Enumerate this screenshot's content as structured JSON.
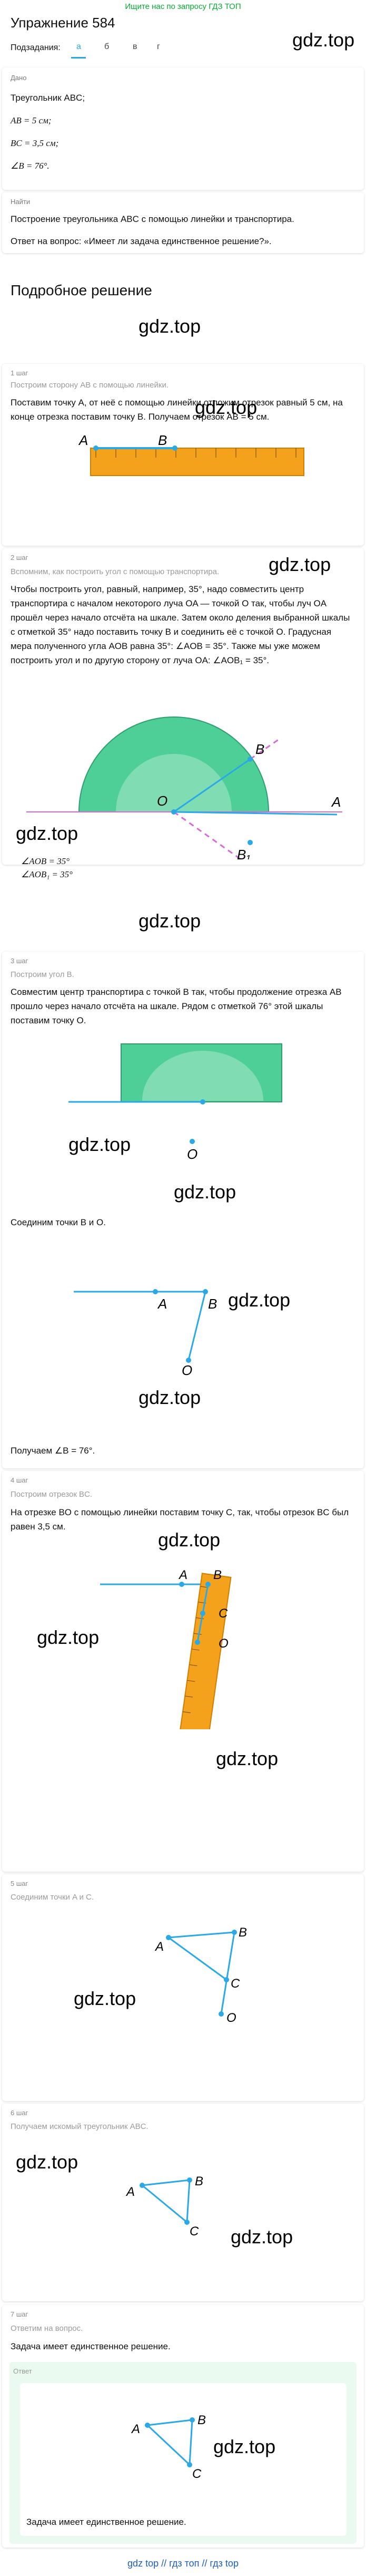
{
  "top_link": "Ищите нас по запросу ГДЗ ТОП",
  "title": "Упражнение 584",
  "subtasks_label": "Подзадания:",
  "subtasks": [
    "а",
    "б",
    "в",
    "г"
  ],
  "watermark": "gdz.top",
  "given": {
    "label": "Дано",
    "lines": [
      "Треугольник ABC;",
      "AB = 5 см;",
      "BC = 3,5 см;",
      "∠B = 76°."
    ]
  },
  "find": {
    "label": "Найти",
    "lines": [
      "Построение треугольника ABC с помощью линейки и транспортира.",
      "Ответ на вопрос: «Имеет ли задача единственное решение?»."
    ]
  },
  "solution_heading": "Подробное решение",
  "steps": [
    {
      "label": "1 шаг",
      "hint": "Построим сторону AB с помощью линейки.",
      "text": "Поставим точку A, от неё с помощью линейки отложим отрезок равный 5 см, на конце отрезка поставим точку B. Получаем отрезок AB = 5 см."
    },
    {
      "label": "2 шаг",
      "hint": "Вспомним, как построить угол с помощью транспортира.",
      "text": "Чтобы построить угол, равный, например, 35°, надо совместить центр транспортира с началом некоторого луча OA — точкой O так, чтобы луч OA прошёл через начало отсчёта на шкале. Затем около деления выбранной шкалы с отметкой 35° надо поставить точку B и соединить её с точкой O. Градусная мера полученного угла AOB равна 35°: ∠AOB = 35°. Также мы уже можем построить угол и по другую сторону от луча OA: ∠AOB₁ = 35°."
    },
    {
      "label": "3 шаг",
      "hint": "Построим угол B.",
      "text": "Совместим центр транспортира с точкой B так, чтобы продолжение отрезка AB прошло через начало отсчёта на шкале. Рядом с отметкой 76° этой шкалы поставим точку O.",
      "text2": "Соединим точки B и O."
    },
    {
      "label": "4 шаг",
      "hint": "Построим отрезок BC.",
      "text_before": "Получаем ∠B = 76°.",
      "text": "На отрезке BO с помощью линейки поставим точку C, так, чтобы отрезок BC был равен 3,5 см."
    },
    {
      "label": "5 шаг",
      "hint": "Соединим точки A и C."
    },
    {
      "label": "6 шаг",
      "hint": "Получаем искомый треугольник ABC."
    },
    {
      "label": "7 шаг",
      "hint": "Ответим на вопрос.",
      "text": "Задача имеет единственное решение."
    }
  ],
  "answer": {
    "label": "Ответ",
    "text": "Задача имеет единственное решение."
  },
  "points": {
    "A": "A",
    "B": "B",
    "C": "C",
    "O": "O",
    "B1": "B₁"
  },
  "angle_labels": [
    "∠AOB = 35°",
    "∠AOB₁ = 35°"
  ],
  "footer": "gdz top // гдз топ // гдз top",
  "colors": {
    "accent": "#2aa9e6",
    "ruler": "#f4a21c",
    "protractor": "#4fcf98",
    "answer_bg": "#eafaf1",
    "dashed": "#d86bd8",
    "link_green": "#00b12d"
  }
}
